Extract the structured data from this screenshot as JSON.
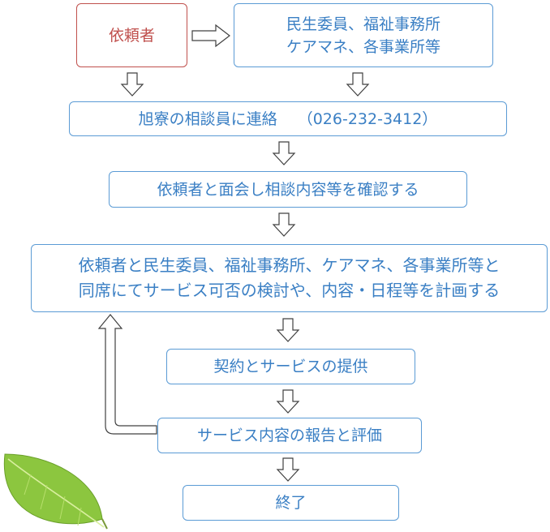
{
  "nodes": {
    "requester": "依頼者",
    "partners_line1": "民生委員、福祉事務所",
    "partners_line2": "ケアマネ、各事業所等",
    "contact": "旭寮の相談員に連絡　 （026-232-3412）",
    "interview": "依頼者と面会し相談内容等を確認する",
    "meeting_line1": "依頼者と民生委員、福祉事務所、ケアマネ、各事業所等と",
    "meeting_line2": "同席にてサービス可否の検討や、内容・日程等を計画する",
    "contract": "契約とサービスの提供",
    "report": "サービス内容の報告と評価",
    "end": "終了"
  },
  "colors": {
    "box_border": "#5b9bd5",
    "box_text": "#3a7fc4",
    "requester_accent": "#c0504d",
    "arrow_stroke": "#404040"
  }
}
